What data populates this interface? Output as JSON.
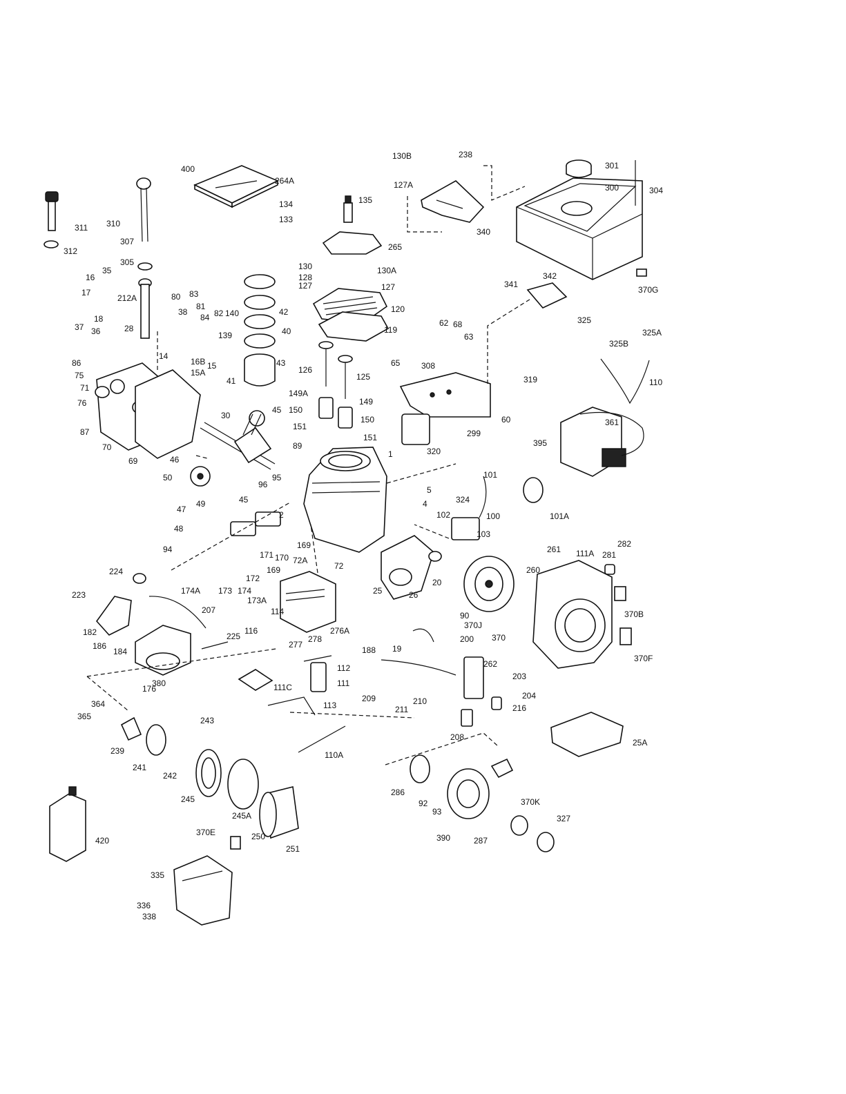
{
  "diagram": {
    "background": "#ffffff",
    "ink": "#111111"
  },
  "labels": {
    "p400": "400",
    "p264A": "264A",
    "p134": "134",
    "p133": "133",
    "p135": "135",
    "p130B": "130B",
    "p127A": "127A",
    "p238": "238",
    "p340": "340",
    "p301": "301",
    "p300": "300",
    "p304": "304",
    "p370G": "370G",
    "p311": "311",
    "p312": "312",
    "p310": "310",
    "p307": "307",
    "p305": "305",
    "p16": "16",
    "p35": "35",
    "p17": "17",
    "p212A": "212A",
    "p18": "18",
    "p37": "37",
    "p36": "36",
    "p28": "28",
    "p80": "80",
    "p83": "83",
    "p81": "81",
    "p38": "38",
    "p84": "84",
    "p82": "82",
    "p140": "140",
    "p139": "139",
    "p42": "42",
    "p40": "40",
    "p41": "41",
    "p43": "43",
    "p14": "14",
    "p16B": "16B",
    "p15": "15",
    "p15A": "15A",
    "p265": "265",
    "p130": "130",
    "p128": "128",
    "p127a": "127",
    "p130A": "130A",
    "p127b": "127",
    "p120": "120",
    "p119": "119",
    "p342": "342",
    "p341": "341",
    "p325": "325",
    "p325A": "325A",
    "p325B": "325B",
    "p62": "62",
    "p68": "68",
    "p63": "63",
    "p65": "65",
    "p308": "308",
    "p319": "319",
    "p110": "110",
    "p86": "86",
    "p75": "75",
    "p71": "71",
    "p76": "76",
    "p87": "87",
    "p70": "70",
    "p69": "69",
    "p30": "30",
    "p45a": "45",
    "p126": "126",
    "p125": "125",
    "p149A": "149A",
    "p149": "149",
    "p150a": "150",
    "p150b": "150",
    "p151a": "151",
    "p151b": "151",
    "p60": "60",
    "p320": "320",
    "p299": "299",
    "p395": "395",
    "p361": "361",
    "p46": "46",
    "p89": "89",
    "p1": "1",
    "p50": "50",
    "p96": "96",
    "p95": "95",
    "p45b": "45",
    "p47": "47",
    "p49": "49",
    "p48": "48",
    "p5": "5",
    "p4": "4",
    "p101": "101",
    "p101A": "101A",
    "p324": "324",
    "p102": "102",
    "p100": "100",
    "p103": "103",
    "p2": "2",
    "p94": "94",
    "p171": "171",
    "p170": "170",
    "p169a": "169",
    "p169b": "169",
    "p72A": "72A",
    "p72": "72",
    "p224": "224",
    "p172": "172",
    "p173": "173",
    "p174": "174",
    "p174A": "174A",
    "p25": "25",
    "p26": "26",
    "p20": "20",
    "p90": "90",
    "p370J": "370J",
    "p261": "261",
    "p111A": "111A",
    "p281": "281",
    "p282": "282",
    "p260": "260",
    "p370B": "370B",
    "p223": "223",
    "p207": "207",
    "p173A": "173A",
    "p114": "114",
    "p276A": "276A",
    "p182": "182",
    "p116": "116",
    "p278": "278",
    "p186": "186",
    "p184": "184",
    "p225": "225",
    "p277": "277",
    "p380": "380",
    "p176": "176",
    "p19": "19",
    "p188": "188",
    "p200": "200",
    "p370": "370",
    "p370F": "370F",
    "p112": "112",
    "p111": "111",
    "p262": "262",
    "p203": "203",
    "p111C": "111C",
    "p209": "209",
    "p210": "210",
    "p204": "204",
    "p211": "211",
    "p113": "113",
    "p216": "216",
    "p364": "364",
    "p365": "365",
    "p208": "208",
    "p243": "243",
    "p239": "239",
    "p25A": "25A",
    "p241": "241",
    "p110A": "110A",
    "p242": "242",
    "p286": "286",
    "p370K": "370K",
    "p92": "92",
    "p93": "93",
    "p245": "245",
    "p245A": "245A",
    "p327": "327",
    "p420": "420",
    "p370E": "370E",
    "p250": "250",
    "p251": "251",
    "p390": "390",
    "p287": "287",
    "p335": "335",
    "p336": "336",
    "p338": "338"
  }
}
